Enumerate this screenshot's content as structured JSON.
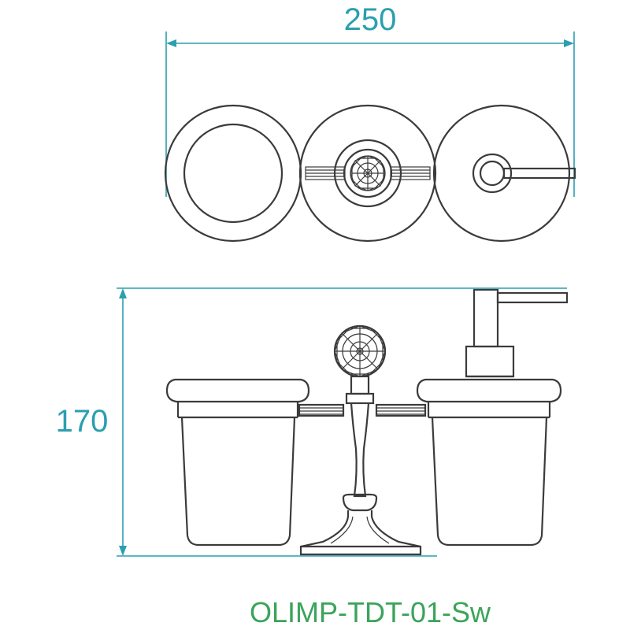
{
  "dimensions": {
    "width_label": "250",
    "height_label": "170"
  },
  "model": "OLIMP-TDT-01-Sw",
  "colors": {
    "dimension": "#2a9fb0",
    "model_text": "#3aa45a",
    "outline": "#3b3b3b"
  }
}
